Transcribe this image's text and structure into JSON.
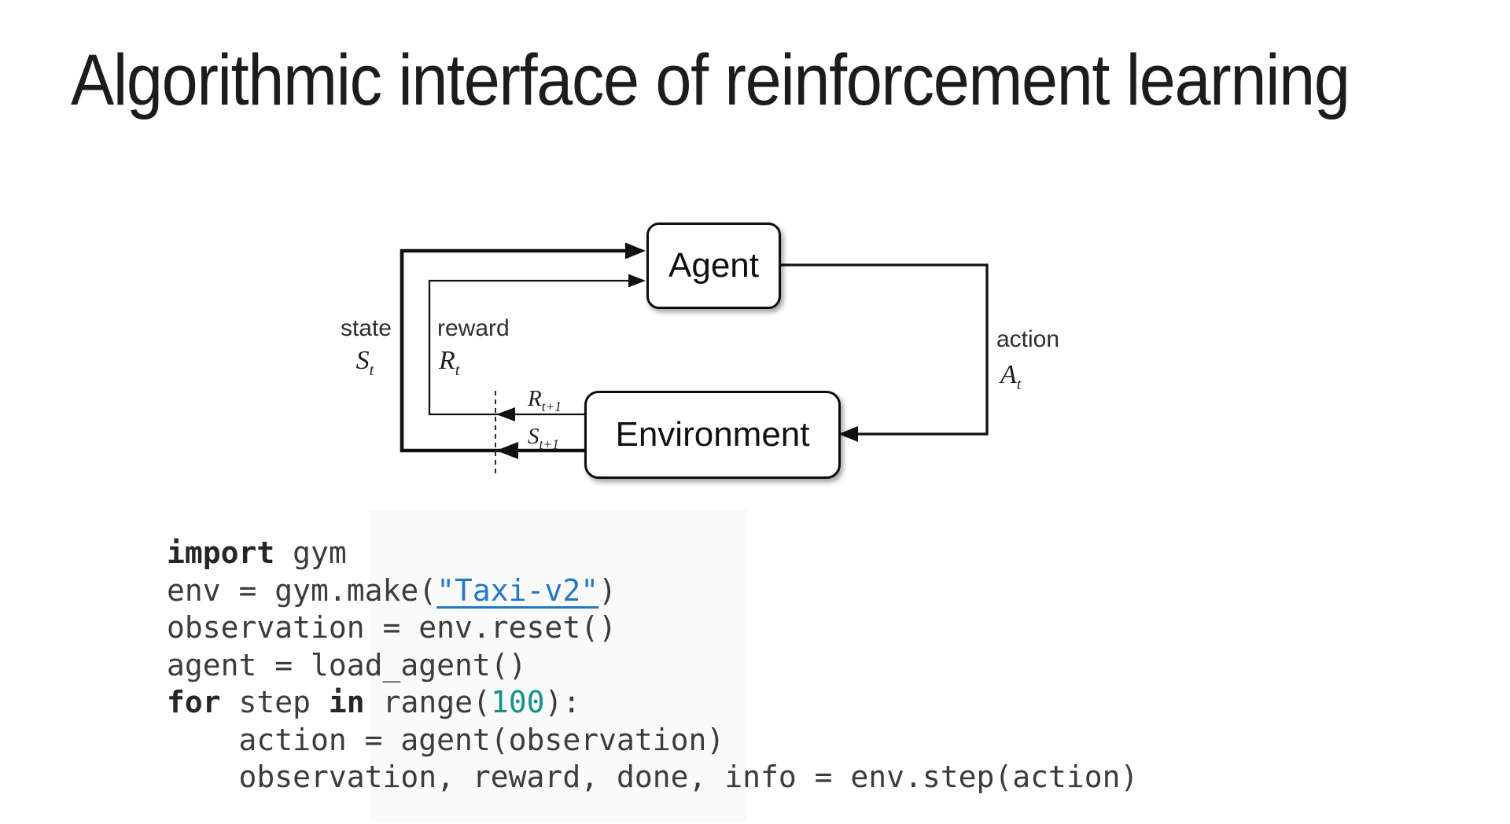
{
  "slide": {
    "title": "Algorithmic interface of reinforcement learning"
  },
  "diagram": {
    "agent_label": "Agent",
    "environment_label": "Environment",
    "state_label": "state",
    "state_symbol": {
      "main": "S",
      "sub": "t"
    },
    "reward_label": "reward",
    "reward_symbol": {
      "main": "R",
      "sub": "t"
    },
    "action_label": "action",
    "action_symbol": {
      "main": "A",
      "sub": "t"
    },
    "reward_next_symbol": {
      "main": "R",
      "sub": "t+1"
    },
    "state_next_symbol": {
      "main": "S",
      "sub": "t+1"
    }
  },
  "code": {
    "lines": [
      [
        {
          "t": "keyword",
          "v": "import"
        },
        {
          "t": "plain",
          "v": " gym"
        }
      ],
      [
        {
          "t": "plain",
          "v": "env = gym.make("
        },
        {
          "t": "string",
          "v": "\"Taxi-v2\""
        },
        {
          "t": "plain",
          "v": ")"
        }
      ],
      [
        {
          "t": "plain",
          "v": "observation = env.reset()"
        }
      ],
      [
        {
          "t": "plain",
          "v": "agent = load_agent()"
        }
      ],
      [
        {
          "t": "keyword",
          "v": "for"
        },
        {
          "t": "plain",
          "v": " step "
        },
        {
          "t": "keyword",
          "v": "in"
        },
        {
          "t": "plain",
          "v": " range("
        },
        {
          "t": "number",
          "v": "100"
        },
        {
          "t": "plain",
          "v": "):"
        }
      ],
      [
        {
          "t": "plain",
          "v": "    action = agent(observation)"
        }
      ],
      [
        {
          "t": "plain",
          "v": "    observation, reward, done, info = env.step(action)"
        }
      ]
    ]
  },
  "colors": {
    "title": "#1c1c1c",
    "ink": "#111111",
    "code-text": "#3c3c3c",
    "keyword": "#262626",
    "accent-blue": "#2377c9",
    "accent-teal": "#16918a"
  }
}
